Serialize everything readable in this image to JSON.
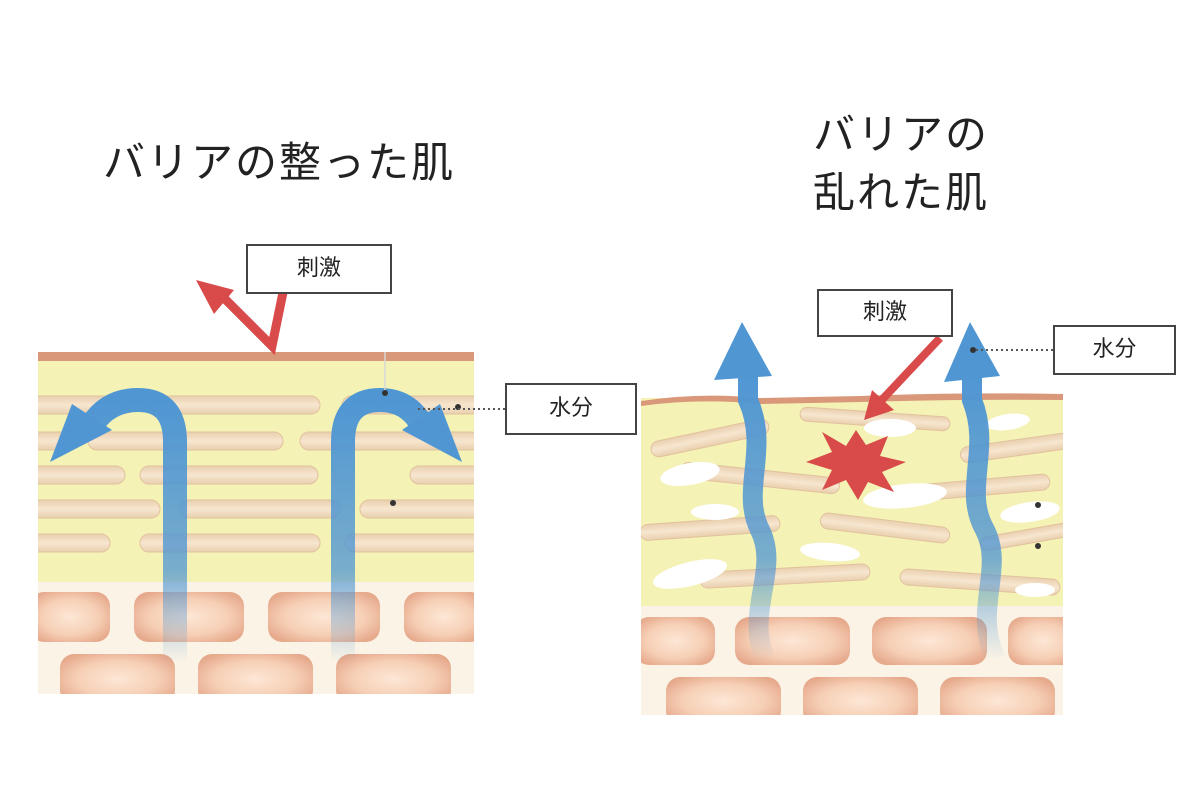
{
  "left_panel": {
    "title": "バリアの整った肌",
    "stimulus_label": "刺激",
    "moisture_label": "水分"
  },
  "right_panel": {
    "title_line1": "バリアの",
    "title_line2": "乱れた肌",
    "stimulus_label": "刺激",
    "moisture_label": "水分"
  },
  "colors": {
    "stratum_corneum": "#f4f2b4",
    "corneocyte": "#f2dcc0",
    "surface": "#d9987a",
    "granular_bg": "#faf3e6",
    "cell_edge": "#e0a88c",
    "moisture_arrow": "#4f96d3",
    "stimulus_arrow": "#d94a4a",
    "gap": "#ffffff"
  }
}
